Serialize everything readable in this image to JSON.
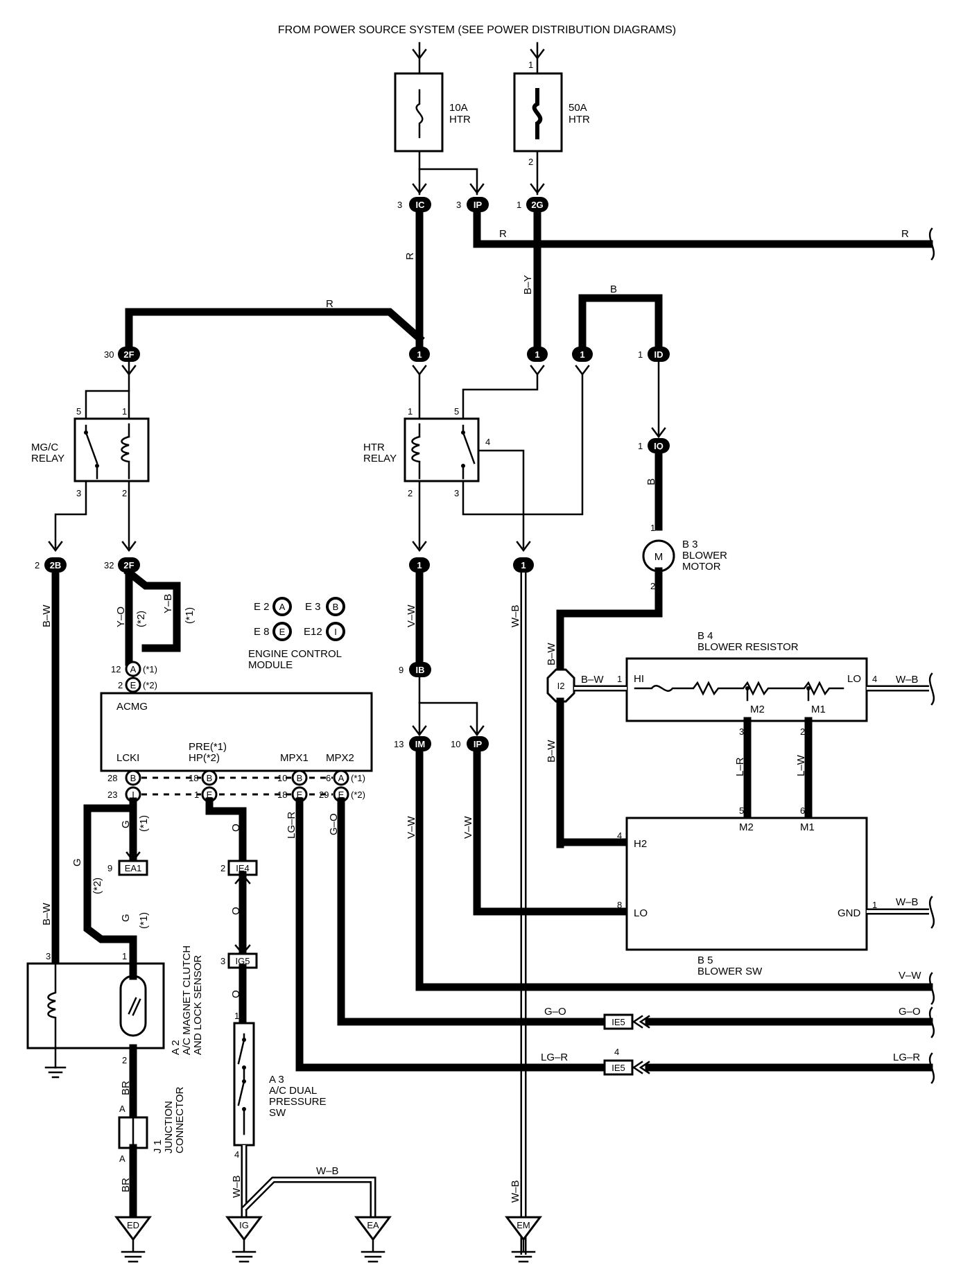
{
  "title": "FROM POWER SOURCE SYSTEM (SEE POWER DISTRIBUTION DIAGRAMS)",
  "fuses": [
    {
      "id": "fuse-10a",
      "rating": "10A",
      "name": "HTR"
    },
    {
      "id": "fuse-50a",
      "rating": "50A",
      "name": "HTR"
    }
  ],
  "connectors": {
    "ic": "IC",
    "ip": "IP",
    "g2": "2G",
    "f2": "2F",
    "one": "1",
    "id": "ID",
    "iq": "IQ",
    "b2": "2B",
    "a": "A",
    "e": "E",
    "b": "B",
    "i": "I",
    "ib": "IB",
    "im": "IM",
    "ea1": "EA1",
    "ie4": "IE4",
    "ig5": "IG5",
    "ie5": "IE5",
    "i2": "I2",
    "ed": "ED",
    "ig": "IG",
    "ea": "EA",
    "em": "EM"
  },
  "pins": {
    "p1": "1",
    "p2": "2",
    "p3": "3",
    "p4": "4",
    "p5": "5",
    "p6": "6",
    "p8": "8",
    "p9": "9",
    "p10": "10",
    "p12": "12",
    "p13": "13",
    "p18": "18",
    "p23": "23",
    "p28": "28",
    "p29": "29",
    "p30": "30",
    "p32": "32"
  },
  "wires": {
    "r": "R",
    "by": "B–Y",
    "b": "B",
    "bw": "B–W",
    "yo": "Y–O",
    "yb": "Y–B",
    "vw": "V–W",
    "wb": "W–B",
    "g": "G",
    "o": "O",
    "lgr": "LG–R",
    "go": "G–O",
    "lr": "L–R",
    "lw": "L–W",
    "br": "BR"
  },
  "notes": {
    "n1": "(*1)",
    "n2": "(*2)",
    "n1s": "(*1)",
    "n2s": "(*2)"
  },
  "components": {
    "mgc_relay_1": "MG/C",
    "mgc_relay_2": "RELAY",
    "htr_relay_1": "HTR",
    "htr_relay_2": "RELAY",
    "blower_motor_id": "B 3",
    "blower_motor_1": "BLOWER",
    "blower_motor_2": "MOTOR",
    "motor_symbol": "M",
    "resistor_id": "B 4",
    "resistor_name": "BLOWER RESISTOR",
    "ecm_1": "ENGINE CONTROL",
    "ecm_2": "MODULE",
    "ecm_e2": "E 2",
    "ecm_e3": "E 3",
    "ecm_e8": "E 8",
    "ecm_e12": "E12",
    "ecm_acmg": "ACMG",
    "ecm_lcki": "LCKI",
    "ecm_pre": "PRE(*1)",
    "ecm_hp": "HP(*2)",
    "ecm_mpx1": "MPX1",
    "ecm_mpx2": "MPX2",
    "clutch_id": "A 2",
    "clutch_1": "A/C MAGNET CLUTCH",
    "clutch_2": "AND LOCK SENSOR",
    "junction_id": "J 1",
    "junction_1": "JUNCTION",
    "junction_2": "CONNECTOR",
    "pressure_sw_id": "A 3",
    "pressure_sw_1": "A/C DUAL",
    "pressure_sw_2": "PRESSURE",
    "pressure_sw_3": "SW",
    "blower_sw_id": "B 5",
    "blower_sw_name": "BLOWER SW",
    "term_hi": "HI",
    "term_lo": "LO",
    "term_m1": "M1",
    "term_m2": "M2",
    "term_h2": "H2",
    "term_gnd": "GND",
    "term_a": "A"
  }
}
